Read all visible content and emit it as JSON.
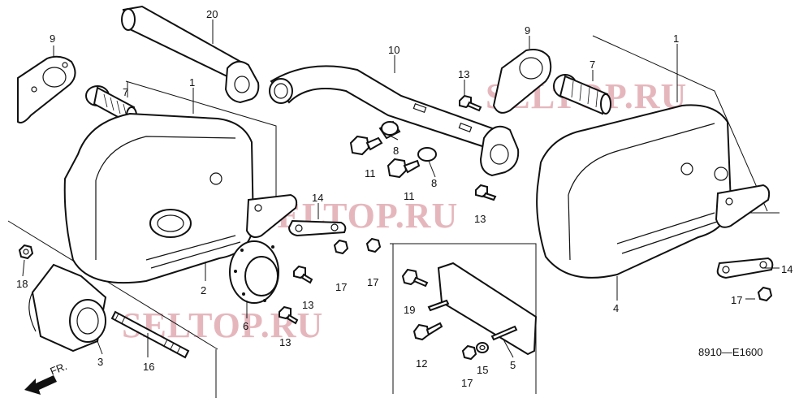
{
  "diagram": {
    "drawing_code": "8910—E1600",
    "front_marker": "FR.",
    "watermark": "SELTOP.RU"
  },
  "callouts": {
    "c1_left": "1",
    "c1_right": "1",
    "c2": "2",
    "c3": "3",
    "c4": "4",
    "c5": "5",
    "c6": "6",
    "c7_left": "7",
    "c7_right": "7",
    "c8_a": "8",
    "c8_b": "8",
    "c9_left": "9",
    "c9_right": "9",
    "c10": "10",
    "c11_a": "11",
    "c11_b": "11",
    "c12": "12",
    "c13_a": "13",
    "c13_b": "13",
    "c13_c": "13",
    "c13_d": "13",
    "c14_a": "14",
    "c14_b": "14",
    "c15": "15",
    "c16": "16",
    "c17_a": "17",
    "c17_b": "17",
    "c17_c": "17",
    "c17_d": "17",
    "c18": "18",
    "c19": "19",
    "c20": "20"
  },
  "icons": [
    "front-arrow-icon"
  ]
}
